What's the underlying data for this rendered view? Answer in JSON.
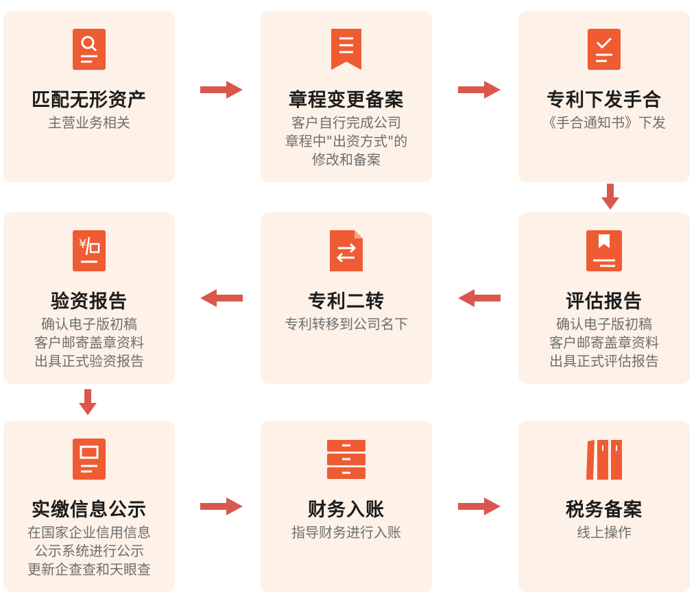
{
  "accent_color": "#ef5b33",
  "arrow_color": "#d9574d",
  "card_bg": "#fdf1e8",
  "steps": [
    {
      "title": "匹配无形资产",
      "icon": "search-document-icon",
      "desc": [
        "主营业务相关"
      ]
    },
    {
      "title": "章程变更备案",
      "icon": "ribbon-document-icon",
      "desc": [
        "客户自行完成公司",
        "章程中\"出资方式\"的",
        "修改和备案"
      ]
    },
    {
      "title": "专利下发手合",
      "icon": "checklist-icon",
      "desc": [
        "《手合通知书》下发"
      ]
    },
    {
      "title": "评估报告",
      "icon": "bookmark-book-icon",
      "desc": [
        "确认电子版初稿",
        "客户邮寄盖章资料",
        "出具正式评估报告"
      ]
    },
    {
      "title": "专利二转",
      "icon": "transfer-document-icon",
      "desc": [
        "专利转移到公司名下"
      ]
    },
    {
      "title": "验资报告",
      "icon": "yuan-document-icon",
      "desc": [
        "确认电子版初稿",
        "客户邮寄盖章资料",
        "出具正式验资报告"
      ]
    },
    {
      "title": "实缴信息公示",
      "icon": "notice-board-icon",
      "desc": [
        "在国家企业信用信息",
        "公示系统进行公示",
        "更新企查查和天眼查"
      ]
    },
    {
      "title": "财务入账",
      "icon": "file-cabinet-icon",
      "desc": [
        "指导财务进行入账"
      ]
    },
    {
      "title": "税务备案",
      "icon": "binders-icon",
      "desc": [
        "线上操作"
      ]
    }
  ]
}
